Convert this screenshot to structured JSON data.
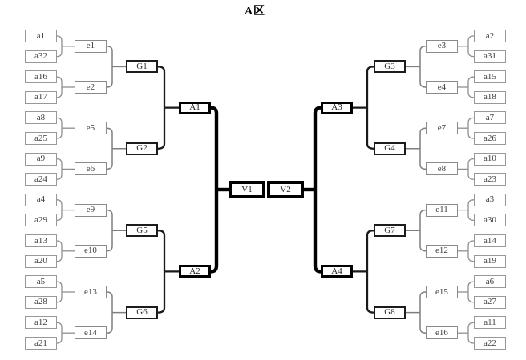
{
  "title": "A区",
  "colors": {
    "ink": "#000000",
    "line_gray": "#8f8f8f",
    "box_gray": "#989898",
    "text": "#3d3d3d",
    "background": "#ffffff"
  },
  "bracket": {
    "left": {
      "final": "V1",
      "quarters": [
        {
          "semi": "A1",
          "groups": [
            {
              "g": "G1",
              "matches": [
                {
                  "e": "e1",
                  "players": [
                    "a1",
                    "a32"
                  ]
                },
                {
                  "e": "e2",
                  "players": [
                    "a16",
                    "a17"
                  ]
                }
              ]
            },
            {
              "g": "G2",
              "matches": [
                {
                  "e": "e5",
                  "players": [
                    "a8",
                    "a25"
                  ]
                },
                {
                  "e": "e6",
                  "players": [
                    "a9",
                    "a24"
                  ]
                }
              ]
            }
          ]
        },
        {
          "semi": "A2",
          "groups": [
            {
              "g": "G5",
              "matches": [
                {
                  "e": "e9",
                  "players": [
                    "a4",
                    "a29"
                  ]
                },
                {
                  "e": "e10",
                  "players": [
                    "a13",
                    "a20"
                  ]
                }
              ]
            },
            {
              "g": "G6",
              "matches": [
                {
                  "e": "e13",
                  "players": [
                    "a5",
                    "a28"
                  ]
                },
                {
                  "e": "e14",
                  "players": [
                    "a12",
                    "a21"
                  ]
                }
              ]
            }
          ]
        }
      ]
    },
    "right": {
      "final": "V2",
      "quarters": [
        {
          "semi": "A3",
          "groups": [
            {
              "g": "G3",
              "matches": [
                {
                  "e": "e3",
                  "players": [
                    "a2",
                    "a31"
                  ]
                },
                {
                  "e": "e4",
                  "players": [
                    "a15",
                    "a18"
                  ]
                }
              ]
            },
            {
              "g": "G4",
              "matches": [
                {
                  "e": "e7",
                  "players": [
                    "a7",
                    "a26"
                  ]
                },
                {
                  "e": "e8",
                  "players": [
                    "a10",
                    "a23"
                  ]
                }
              ]
            }
          ]
        },
        {
          "semi": "A4",
          "groups": [
            {
              "g": "G7",
              "matches": [
                {
                  "e": "e11",
                  "players": [
                    "a3",
                    "a30"
                  ]
                },
                {
                  "e": "e12",
                  "players": [
                    "a14",
                    "a19"
                  ]
                }
              ]
            },
            {
              "g": "G8",
              "matches": [
                {
                  "e": "e15",
                  "players": [
                    "a6",
                    "a27"
                  ]
                },
                {
                  "e": "e16",
                  "players": [
                    "a11",
                    "a22"
                  ]
                }
              ]
            }
          ]
        }
      ]
    }
  }
}
